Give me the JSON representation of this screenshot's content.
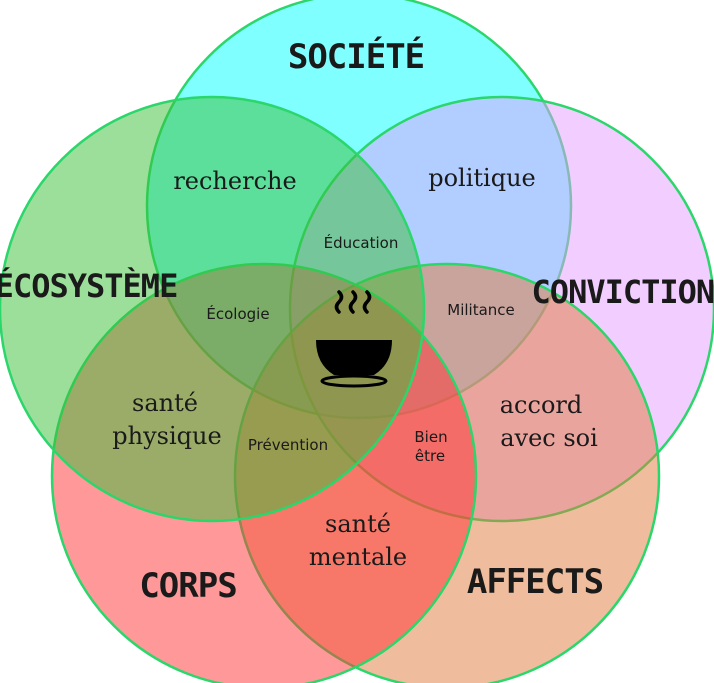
{
  "sets": {
    "societe": {
      "label": "SOCIÉTÉ",
      "color": "#00ffff"
    },
    "convictions": {
      "label": "CONVICTIONS",
      "color": "#e59cff"
    },
    "affects": {
      "label": "AFFECTS",
      "color": "#e8a07a"
    },
    "corps": {
      "label": "CORPS",
      "color": "#ff8080"
    },
    "ecosysteme": {
      "label": "ÉCOSYSTÈME",
      "color": "#8ed78e"
    }
  },
  "outline_color": "#2bd66b",
  "regions": {
    "recherche": "recherche",
    "politique": "politique",
    "education": "Éducation",
    "ecologie": "Écologie",
    "militance": "Militance",
    "sante_physique_1": "santé",
    "sante_physique_2": "physique",
    "accord_1": "accord",
    "accord_2": "avec soi",
    "prevention": "Prévention",
    "bien_etre_1": "Bien",
    "bien_etre_2": "être",
    "sante_mentale_1": "santé",
    "sante_mentale_2": "mentale"
  },
  "center_icon": "steaming-bowl-icon"
}
